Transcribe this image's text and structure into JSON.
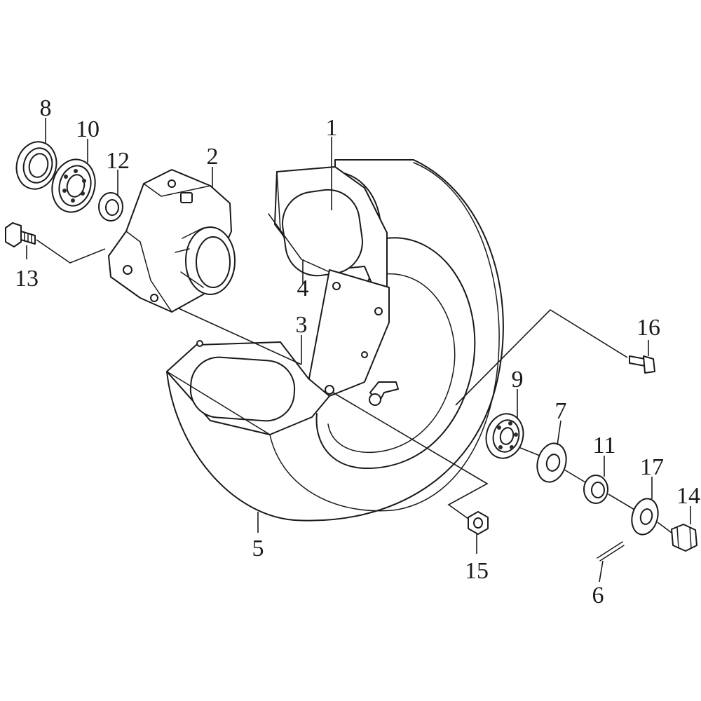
{
  "callouts": [
    {
      "id": "1",
      "text": "1"
    },
    {
      "id": "2",
      "text": "2"
    },
    {
      "id": "3",
      "text": "3"
    },
    {
      "id": "4",
      "text": "4"
    },
    {
      "id": "5",
      "text": "5"
    },
    {
      "id": "6",
      "text": "6"
    },
    {
      "id": "7",
      "text": "7"
    },
    {
      "id": "8",
      "text": "8"
    },
    {
      "id": "9",
      "text": "9"
    },
    {
      "id": "10",
      "text": "10"
    },
    {
      "id": "11",
      "text": "11"
    },
    {
      "id": "12",
      "text": "12"
    },
    {
      "id": "13",
      "text": "13"
    },
    {
      "id": "14",
      "text": "14"
    },
    {
      "id": "15",
      "text": "15"
    },
    {
      "id": "16",
      "text": "16"
    },
    {
      "id": "17",
      "text": "17"
    }
  ],
  "parts": [
    {
      "ref": "1",
      "icon": "rim-half-right-icon"
    },
    {
      "ref": "2",
      "icon": "wheel-hub-icon"
    },
    {
      "ref": "3",
      "icon": "rim-half-left-icon"
    },
    {
      "ref": "4",
      "icon": "rim-flange-icon"
    },
    {
      "ref": "5",
      "icon": "tire-icon"
    },
    {
      "ref": "6",
      "icon": "cotter-pin-icon"
    },
    {
      "ref": "7",
      "icon": "washer-icon"
    },
    {
      "ref": "8",
      "icon": "oil-seal-icon"
    },
    {
      "ref": "9",
      "icon": "bearing-icon"
    },
    {
      "ref": "10",
      "icon": "bearing-icon"
    },
    {
      "ref": "11",
      "icon": "collar-icon"
    },
    {
      "ref": "12",
      "icon": "collar-icon"
    },
    {
      "ref": "13",
      "icon": "bolt-icon"
    },
    {
      "ref": "14",
      "icon": "castle-nut-icon"
    },
    {
      "ref": "15",
      "icon": "nut-icon"
    },
    {
      "ref": "16",
      "icon": "bolt-icon"
    },
    {
      "ref": "17",
      "icon": "washer-icon"
    }
  ]
}
